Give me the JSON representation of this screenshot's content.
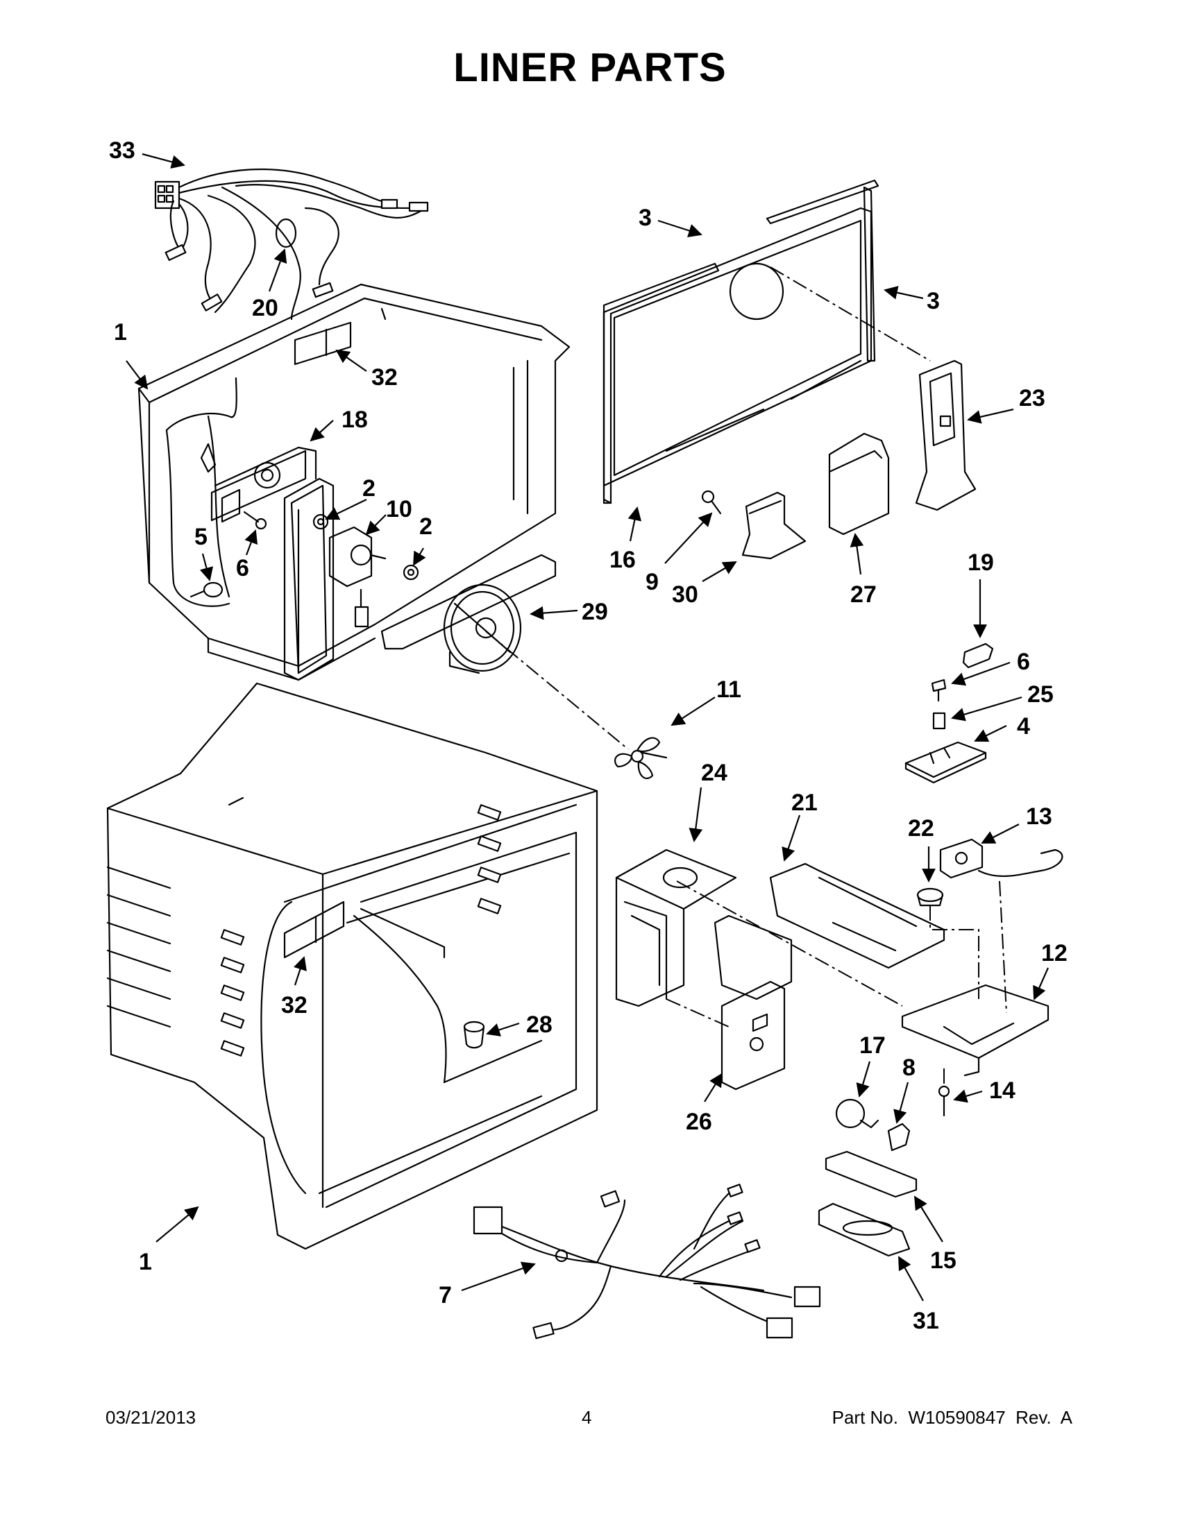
{
  "page": {
    "title": "LINER PARTS"
  },
  "callouts": [
    "33",
    "20",
    "1",
    "32",
    "18",
    "2",
    "10",
    "2",
    "5",
    "6",
    "29",
    "3",
    "3",
    "16",
    "9",
    "30",
    "27",
    "23",
    "19",
    "6",
    "25",
    "4",
    "11",
    "24",
    "21",
    "22",
    "13",
    "12",
    "32",
    "28",
    "26",
    "17",
    "8",
    "14",
    "15",
    "31",
    "1",
    "7"
  ],
  "footer": {
    "date": "03/21/2013",
    "page_number": "4",
    "part_number": "Part No.  W10590847  Rev.  A"
  }
}
